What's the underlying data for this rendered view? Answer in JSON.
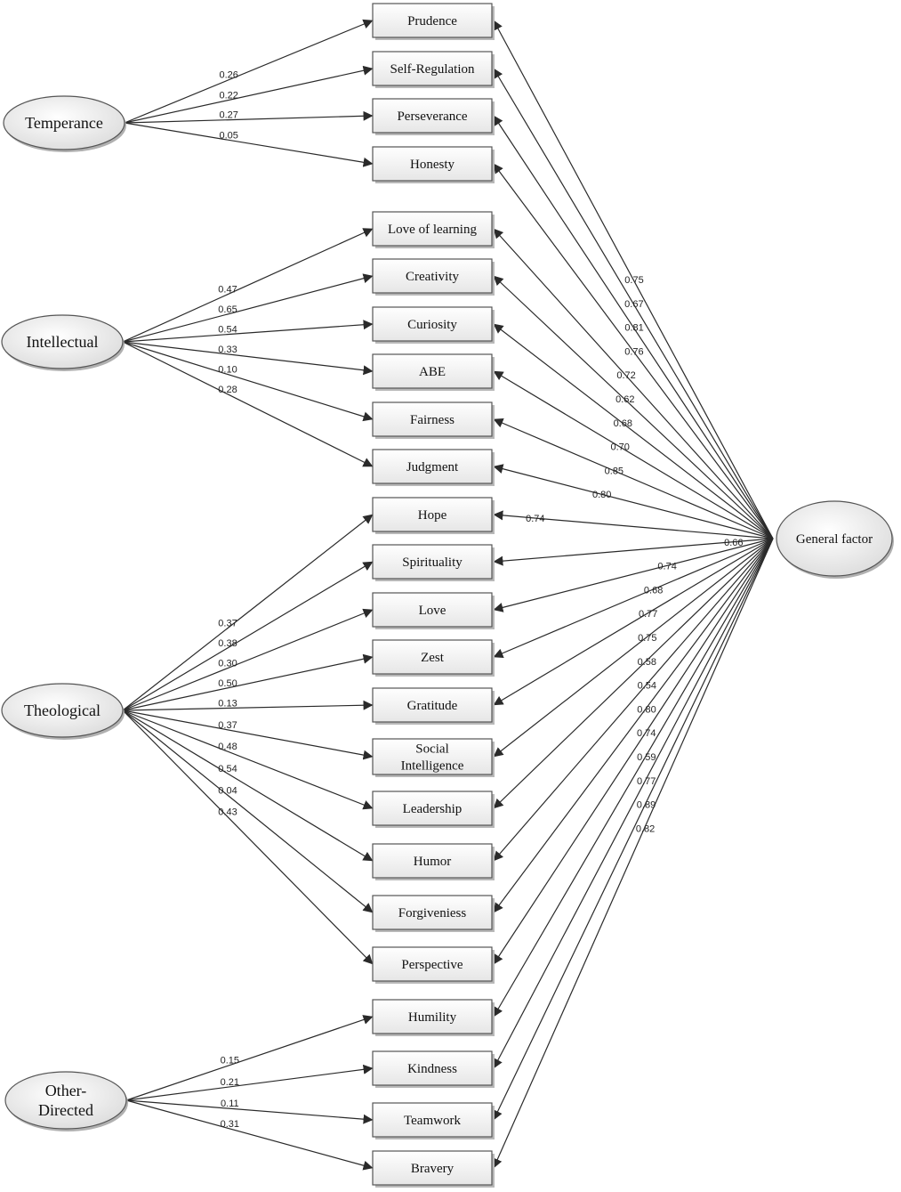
{
  "general_factor": {
    "label": "General factor"
  },
  "factors": [
    {
      "id": "temperance",
      "label_lines": [
        "Temperance"
      ]
    },
    {
      "id": "intellectual",
      "label_lines": [
        "Intellectual"
      ]
    },
    {
      "id": "theological",
      "label_lines": [
        "Theological"
      ]
    },
    {
      "id": "other-directed",
      "label_lines": [
        "Other-",
        "Directed"
      ]
    }
  ],
  "indicators": [
    {
      "lines": [
        "Prudence"
      ],
      "factor": "temperance",
      "loading": "0.26",
      "general": "0.75"
    },
    {
      "lines": [
        "Self-Regulation"
      ],
      "factor": "temperance",
      "loading": "0.22",
      "general": "0.67"
    },
    {
      "lines": [
        "Perseverance"
      ],
      "factor": "temperance",
      "loading": "0.27",
      "general": "0.81"
    },
    {
      "lines": [
        "Honesty"
      ],
      "factor": "temperance",
      "loading": "0.05",
      "general": "0.76"
    },
    {
      "lines": [
        "Love of learning"
      ],
      "factor": "intellectual",
      "loading": "0.47",
      "general": "0.72"
    },
    {
      "lines": [
        "Creativity"
      ],
      "factor": "intellectual",
      "loading": "0.65",
      "general": "0.62"
    },
    {
      "lines": [
        "Curiosity"
      ],
      "factor": "intellectual",
      "loading": "0.54",
      "general": "0.68"
    },
    {
      "lines": [
        "ABE"
      ],
      "factor": "intellectual",
      "loading": "0.33",
      "general": "0.70"
    },
    {
      "lines": [
        "Fairness"
      ],
      "factor": "intellectual",
      "loading": "0.10",
      "general": "0.85"
    },
    {
      "lines": [
        "Judgment"
      ],
      "factor": "intellectual",
      "loading": "0.28",
      "general": "0.80"
    },
    {
      "lines": [
        "Hope"
      ],
      "factor": "theological",
      "loading": "0.37",
      "general": "0.74"
    },
    {
      "lines": [
        "Spirituality"
      ],
      "factor": "theological",
      "loading": "0.38",
      "general": "0.66"
    },
    {
      "lines": [
        "Love"
      ],
      "factor": "theological",
      "loading": "0.30",
      "general": "0.74"
    },
    {
      "lines": [
        "Zest"
      ],
      "factor": "theological",
      "loading": "0.50",
      "general": "0.68"
    },
    {
      "lines": [
        "Gratitude"
      ],
      "factor": "theological",
      "loading": "0.13",
      "general": "0.77"
    },
    {
      "lines": [
        "Social",
        "Intelligence"
      ],
      "factor": "theological",
      "loading": "0.37",
      "general": "0.75"
    },
    {
      "lines": [
        "Leadership"
      ],
      "factor": "theological",
      "loading": "0.48",
      "general": "0.58"
    },
    {
      "lines": [
        "Humor"
      ],
      "factor": "theological",
      "loading": "0.54",
      "general": "0.54"
    },
    {
      "lines": [
        "Forgiveniess"
      ],
      "factor": "theological",
      "loading": "0.04",
      "general": "0.80"
    },
    {
      "lines": [
        "Perspective"
      ],
      "factor": "theological",
      "loading": "0.43",
      "general": "0.74"
    },
    {
      "lines": [
        "Humility"
      ],
      "factor": "other-directed",
      "loading": "0.15",
      "general": "0.59"
    },
    {
      "lines": [
        "Kindness"
      ],
      "factor": "other-directed",
      "loading": "0.21",
      "general": "0.77"
    },
    {
      "lines": [
        "Teamwork"
      ],
      "factor": "other-directed",
      "loading": "0.11",
      "general": "0.89"
    },
    {
      "lines": [
        "Bravery"
      ],
      "factor": "other-directed",
      "loading": "0.31",
      "general": "0.82"
    }
  ]
}
